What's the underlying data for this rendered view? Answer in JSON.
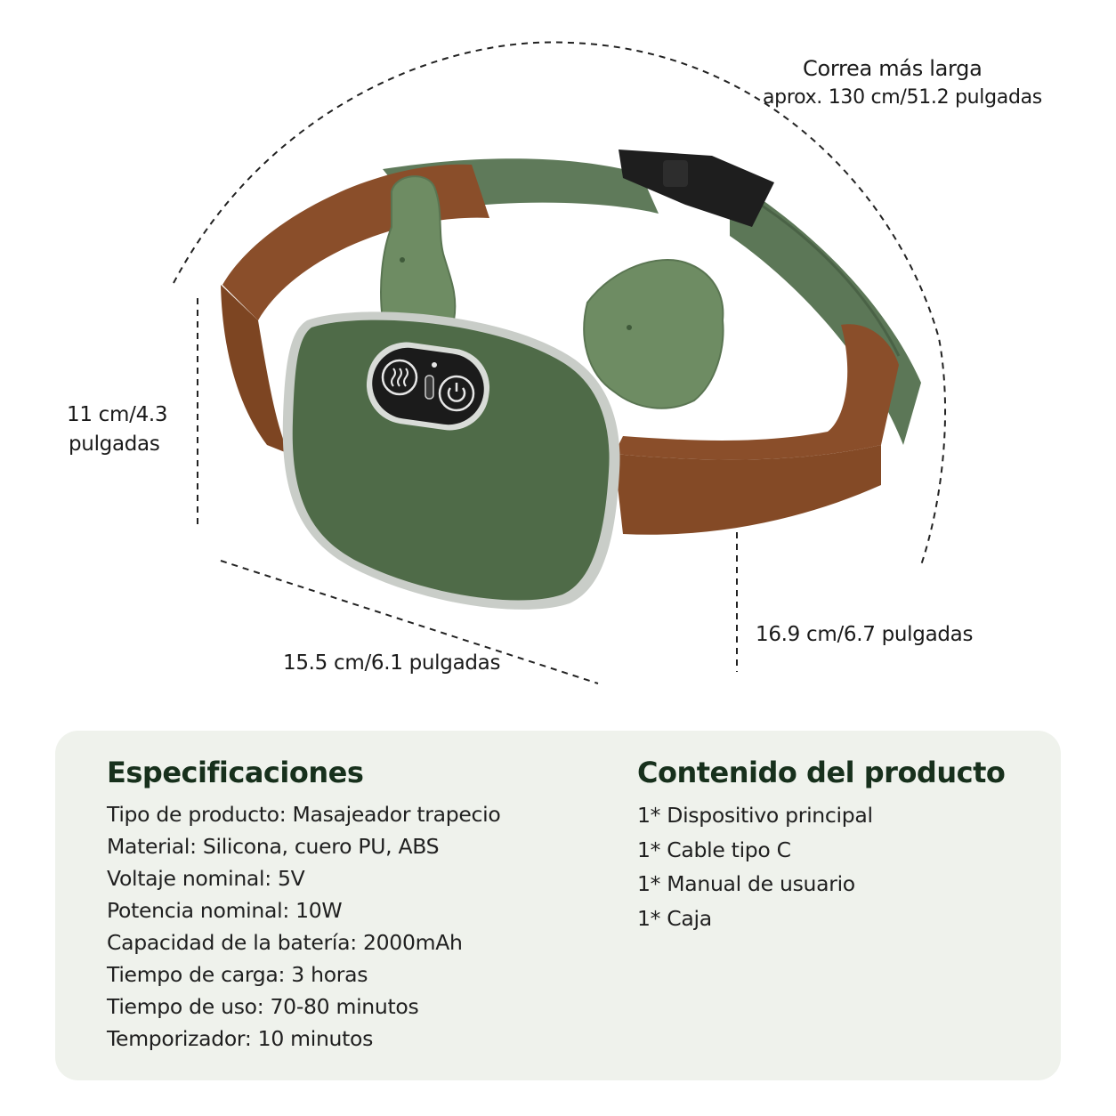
{
  "dimensions": {
    "strap_title": "Correa más larga",
    "strap_length": "aprox. 130 cm/51.2 pulgadas",
    "height_line1": "11 cm/4.3",
    "height_line2": "pulgadas",
    "width": "15.5 cm/6.1 pulgadas",
    "depth": "16.9 cm/6.7 pulgadas"
  },
  "specs": {
    "title": "Especificaciones",
    "items": [
      "Tipo de producto: Masajeador trapecio",
      "Material: Silicona, cuero PU, ABS",
      "Voltaje nominal: 5V",
      "Potencia nominal: 10W",
      "Capacidad de la batería: 2000mAh",
      "Tiempo de carga: 3 horas",
      "Tiempo de uso: 70-80 minutos",
      "Temporizador: 10 minutos"
    ]
  },
  "contents": {
    "title": "Contenido del producto",
    "items": [
      "1* Dispositivo principal",
      "1* Cable tipo C",
      "1* Manual de usuario",
      "1* Caja"
    ]
  },
  "colors": {
    "device_green": "#4f6b48",
    "strap_brown": "#8a4e2a",
    "elastic_green": "#5f7a5a",
    "panel_bg": "#eff2ec"
  }
}
